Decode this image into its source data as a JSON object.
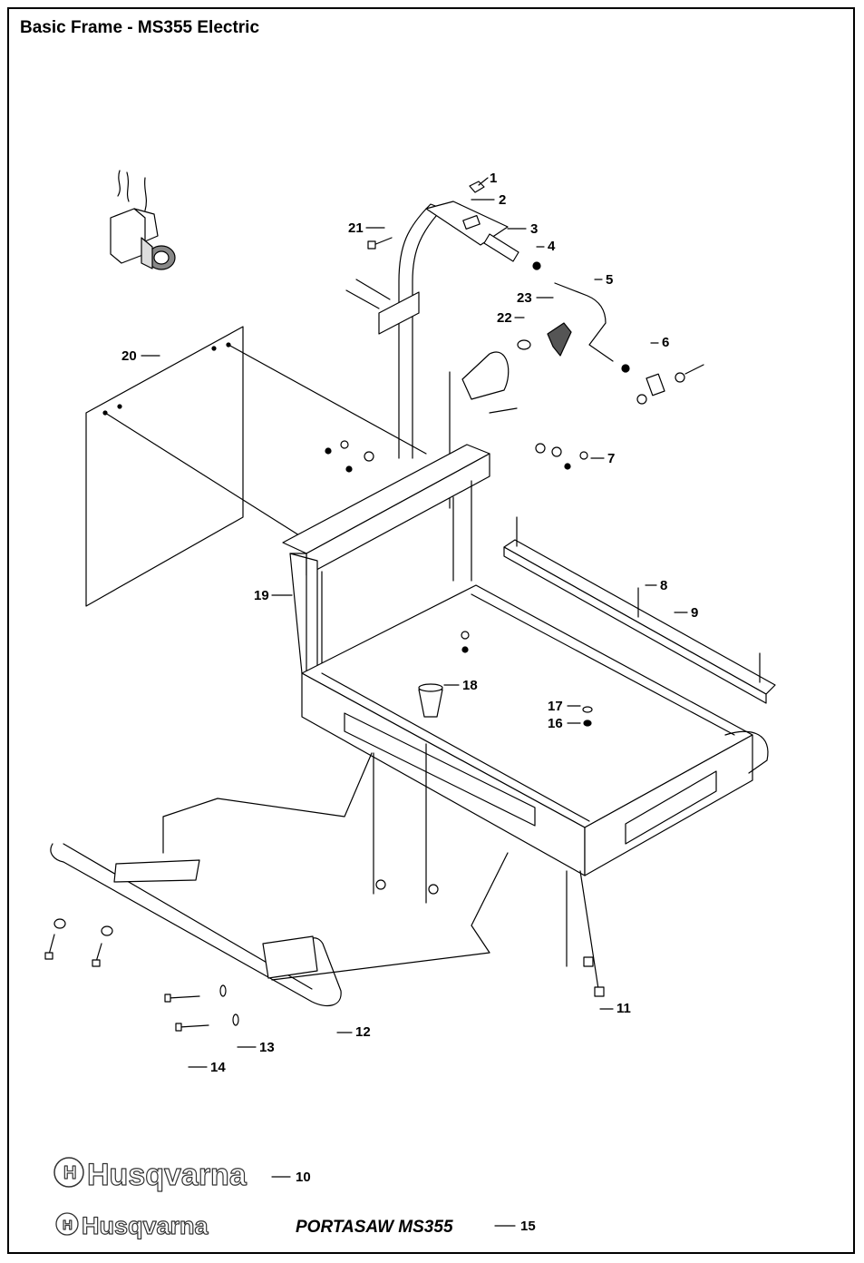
{
  "header": {
    "title": "Basic Frame - MS355 Electric"
  },
  "callouts": [
    {
      "id": "callout-1",
      "label": "1"
    },
    {
      "id": "callout-2",
      "label": "2"
    },
    {
      "id": "callout-3",
      "label": "3"
    },
    {
      "id": "callout-4",
      "label": "4"
    },
    {
      "id": "callout-5",
      "label": "5"
    },
    {
      "id": "callout-6",
      "label": "6"
    },
    {
      "id": "callout-7",
      "label": "7"
    },
    {
      "id": "callout-8",
      "label": "8"
    },
    {
      "id": "callout-9",
      "label": "9"
    },
    {
      "id": "callout-10",
      "label": "10"
    },
    {
      "id": "callout-11",
      "label": "11"
    },
    {
      "id": "callout-12",
      "label": "12"
    },
    {
      "id": "callout-13",
      "label": "13"
    },
    {
      "id": "callout-14",
      "label": "14"
    },
    {
      "id": "callout-15",
      "label": "15"
    },
    {
      "id": "callout-16",
      "label": "16"
    },
    {
      "id": "callout-17",
      "label": "17"
    },
    {
      "id": "callout-18",
      "label": "18"
    },
    {
      "id": "callout-19",
      "label": "19"
    },
    {
      "id": "callout-20",
      "label": "20"
    },
    {
      "id": "callout-21",
      "label": "21"
    },
    {
      "id": "callout-22",
      "label": "22"
    },
    {
      "id": "callout-23",
      "label": "23"
    }
  ],
  "decals": {
    "brand_large": "Husqvarna",
    "brand_small": "Husqvarna",
    "product_name": "PORTASAW MS355"
  },
  "colors": {
    "ink": "#000000",
    "paper": "#ffffff",
    "motor_shade": "#888888"
  }
}
